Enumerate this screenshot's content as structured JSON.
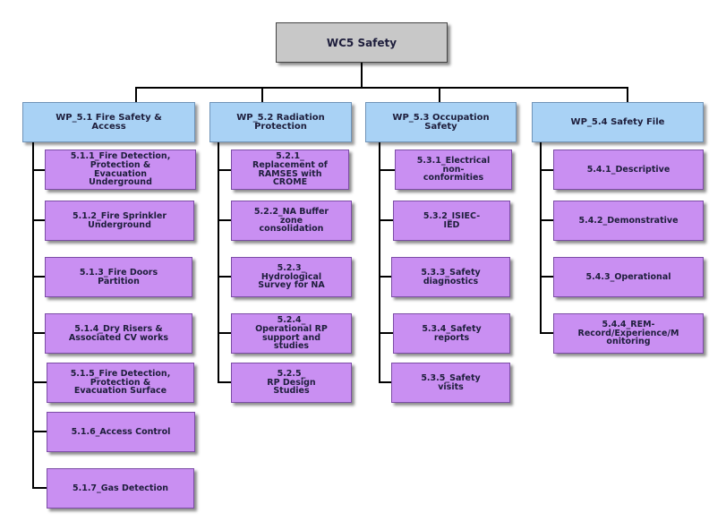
{
  "root": {
    "label": "WC5 Safety"
  },
  "wp1": {
    "label": "WP_5.1 Fire Safety &\nAccess",
    "tasks": [
      "5.1.1_Fire Detection,\nProtection &\nEvacuation\nUnderground",
      "5.1.2_Fire Sprinkler\nUnderground",
      "5.1.3_Fire Doors\nPartition",
      "5.1.4_Dry Risers &\nAssociated CV works",
      "5.1.5_Fire Detection,\nProtection &\nEvacuation Surface",
      "5.1.6_Access Control",
      "5.1.7_Gas Detection"
    ]
  },
  "wp2": {
    "label": "WP_5.2 Radiation\nProtection",
    "tasks": [
      "5.2.1_\nReplacement of\nRAMSES with\nCROME",
      "5.2.2_NA Buffer\nzone\nconsolidation",
      "5.2.3_\nHydrological\nSurvey for NA",
      "5.2.4_\nOperational RP\nsupport and\nstudies",
      "5.2.5_\nRP Design\nStudies"
    ]
  },
  "wp3": {
    "label": "WP_5.3 Occupation\nSafety",
    "tasks": [
      "5.3.1_Electrical\nnon-\nconformities",
      "5.3.2_ISIEC-\nIED",
      "5.3.3_Safety\ndiagnostics",
      "5.3.4_Safety\nreports",
      "5.3.5_Safety\nvisits"
    ]
  },
  "wp4": {
    "label": "WP_5.4 Safety File",
    "tasks": [
      "5.4.1_Descriptive",
      "5.4.2_Demonstrative",
      "5.4.3_Operational",
      "5.4.4_REM-\nRecord/Experience/M\nonitoring"
    ]
  }
}
